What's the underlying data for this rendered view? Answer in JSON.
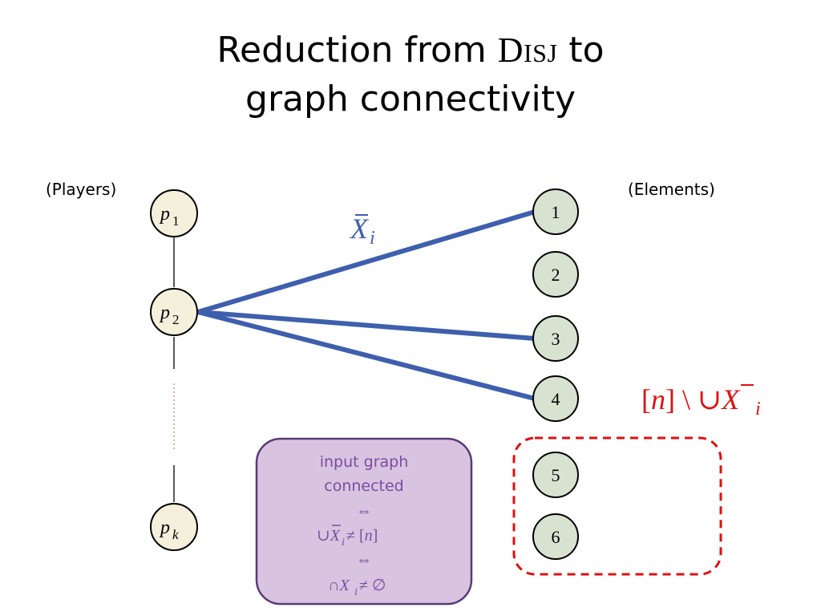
{
  "title": {
    "line1_before": "Reduction from ",
    "disj_first": "D",
    "disj_rest": "ISJ",
    "line1_after": " to",
    "line2": "graph connectivity"
  },
  "labels": {
    "players": "(Players)",
    "elements": "(Elements)"
  },
  "players": [
    {
      "letter": "p",
      "sub": "1"
    },
    {
      "letter": "p",
      "sub": "2"
    },
    {
      "letter": "p",
      "sub": "k"
    }
  ],
  "elements": [
    "1",
    "2",
    "3",
    "4",
    "5",
    "6"
  ],
  "edge_label": {
    "letter": "X",
    "sub": "i"
  },
  "complement_label": {
    "bracket": "[",
    "n": "n",
    "bracket_close": "]",
    "setminus": " \\ ",
    "union": "∪",
    "letter": "X",
    "sub": "i"
  },
  "info_box": {
    "line1": "input graph",
    "line2": "connected",
    "iff1": "⇔",
    "line3_union": "∪",
    "line3_X": "X",
    "line3_sub": "i",
    "line3_neq": " ≠ [",
    "line3_n": "n",
    "line3_close": "]",
    "iff2": "⇔",
    "line4_cap": "∩",
    "line4_X": "X",
    "line4_sub": "i",
    "line4_neq": " ≠ ∅"
  },
  "colors": {
    "player_fill": "#f5f0dc",
    "element_fill": "#d8e2d0",
    "edge": "#3e5fae",
    "dashed_red": "#e01010",
    "box_fill": "#d8c4e0",
    "box_border": "#5a3a78",
    "box_text": "#7b4ca0",
    "dotted_orange": "#d08a40"
  }
}
